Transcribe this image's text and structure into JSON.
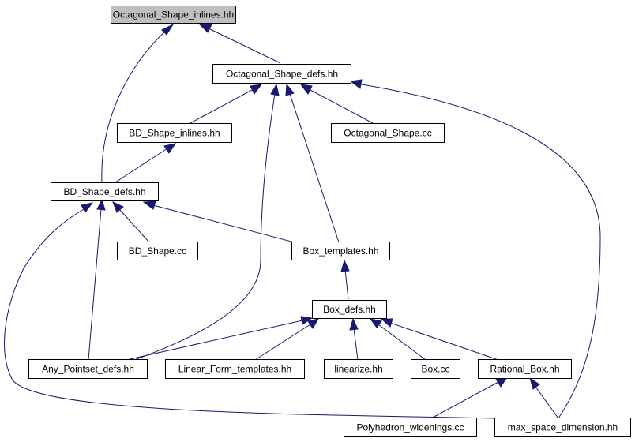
{
  "nodes": {
    "octagonal_shape_inlines": "Octagonal_Shape_inlines.hh",
    "octagonal_shape_defs": "Octagonal_Shape_defs.hh",
    "bd_shape_inlines": "BD_Shape_inlines.hh",
    "octagonal_shape_cc": "Octagonal_Shape.cc",
    "bd_shape_defs": "BD_Shape_defs.hh",
    "bd_shape_cc": "BD_Shape.cc",
    "box_templates": "Box_templates.hh",
    "box_defs": "Box_defs.hh",
    "any_pointset_defs": "Any_Pointset_defs.hh",
    "linear_form_templates": "Linear_Form_templates.hh",
    "linearize": "linearize.hh",
    "box_cc": "Box.cc",
    "rational_box": "Rational_Box.hh",
    "polyhedron_widenings": "Polyhedron_widenings.cc",
    "max_space_dimension": "max_space_dimension.hh"
  },
  "colors": {
    "edge": "#191970",
    "root_fill": "#bfbfbf",
    "node_fill": "#ffffff",
    "node_border": "#000000"
  }
}
